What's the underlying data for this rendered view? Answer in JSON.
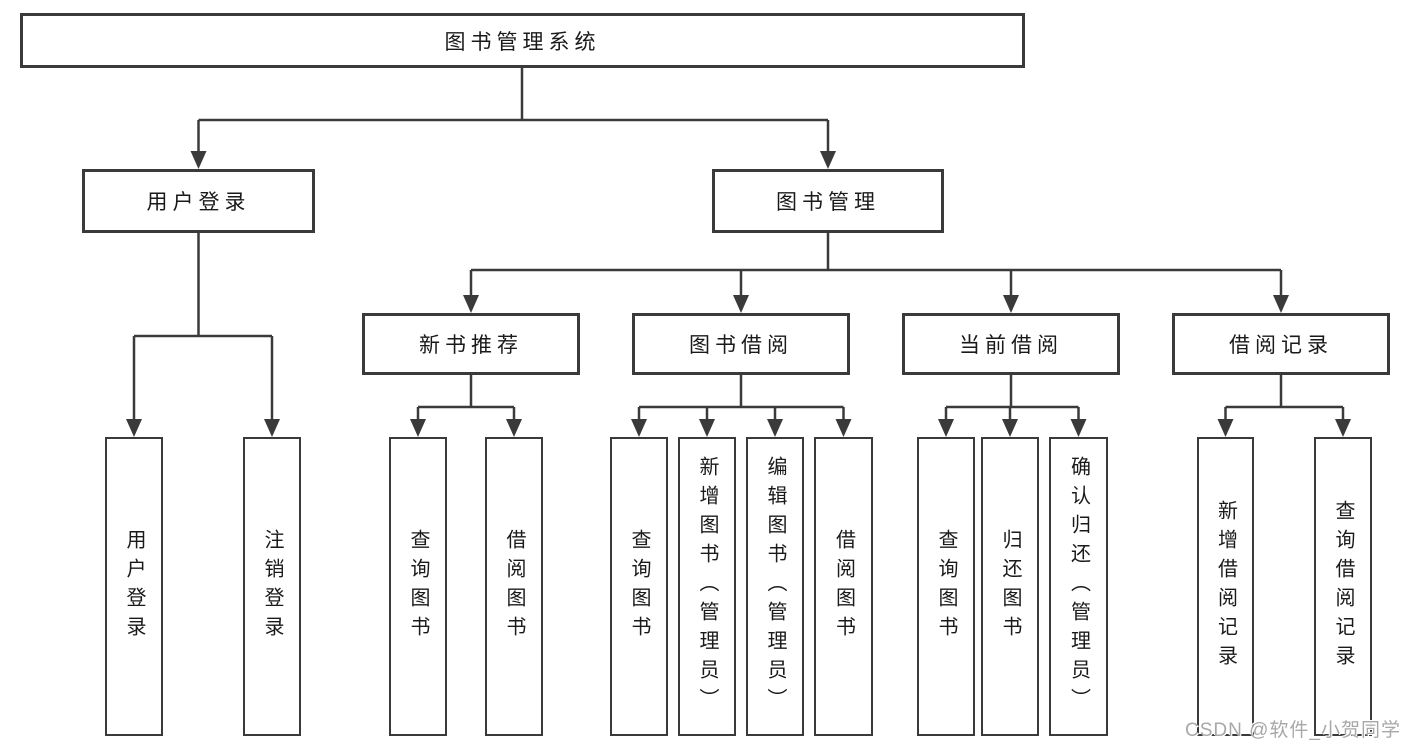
{
  "tree": {
    "root": {
      "label": "图书管理系统",
      "children": [
        {
          "label": "用户登录",
          "children": [
            {
              "label": "用户登录"
            },
            {
              "label": "注销登录"
            }
          ]
        },
        {
          "label": "图书管理",
          "children": [
            {
              "label": "新书推荐",
              "children": [
                {
                  "label": "查询图书"
                },
                {
                  "label": "借阅图书"
                }
              ]
            },
            {
              "label": "图书借阅",
              "children": [
                {
                  "label": "查询图书"
                },
                {
                  "label": "新增图书（管理员）"
                },
                {
                  "label": "编辑图书（管理员）"
                },
                {
                  "label": "借阅图书"
                }
              ]
            },
            {
              "label": "当前借阅",
              "children": [
                {
                  "label": "查询图书"
                },
                {
                  "label": "归还图书"
                },
                {
                  "label": "确认归还（管理员）"
                }
              ]
            },
            {
              "label": "借阅记录",
              "children": [
                {
                  "label": "新增借阅记录"
                },
                {
                  "label": "查询借阅记录"
                }
              ]
            }
          ]
        }
      ]
    }
  },
  "watermark": {
    "text": "CSDN @软件_小贺同学"
  },
  "colors": {
    "line": "#3a3a3a",
    "box_border": "#3a3a3a",
    "text": "#1a1a1a",
    "watermark": "#a8a8a8",
    "background": "#ffffff"
  }
}
